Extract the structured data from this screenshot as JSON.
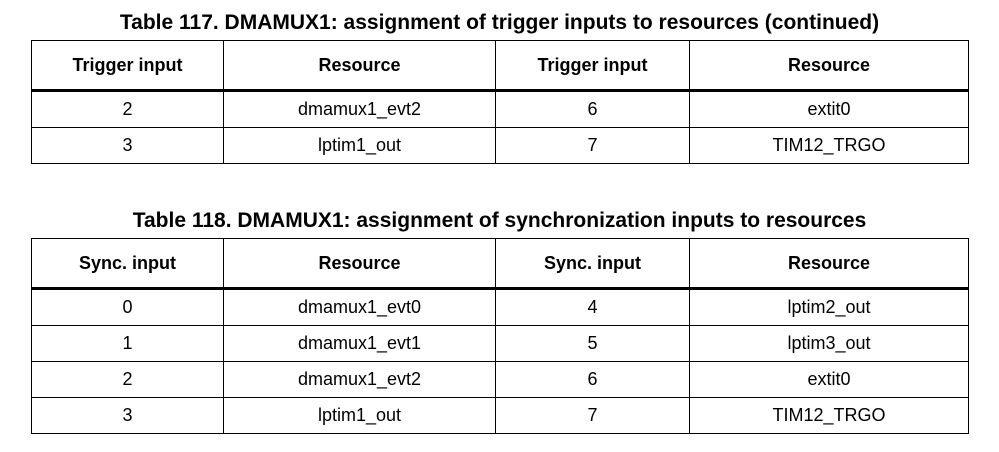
{
  "table117": {
    "caption": "Table 117. DMAMUX1: assignment of trigger inputs to resources (continued)",
    "headers": [
      "Trigger input",
      "Resource",
      "Trigger input",
      "Resource"
    ],
    "rows": [
      [
        "2",
        "dmamux1_evt2",
        "6",
        "extit0"
      ],
      [
        "3",
        "lptim1_out",
        "7",
        "TIM12_TRGO"
      ]
    ]
  },
  "table118": {
    "caption": "Table 118. DMAMUX1: assignment of synchronization inputs to resources",
    "headers": [
      "Sync. input",
      "Resource",
      "Sync. input",
      "Resource"
    ],
    "rows": [
      [
        "0",
        "dmamux1_evt0",
        "4",
        "lptim2_out"
      ],
      [
        "1",
        "dmamux1_evt1",
        "5",
        "lptim3_out"
      ],
      [
        "2",
        "dmamux1_evt2",
        "6",
        "extit0"
      ],
      [
        "3",
        "lptim1_out",
        "7",
        "TIM12_TRGO"
      ]
    ]
  }
}
